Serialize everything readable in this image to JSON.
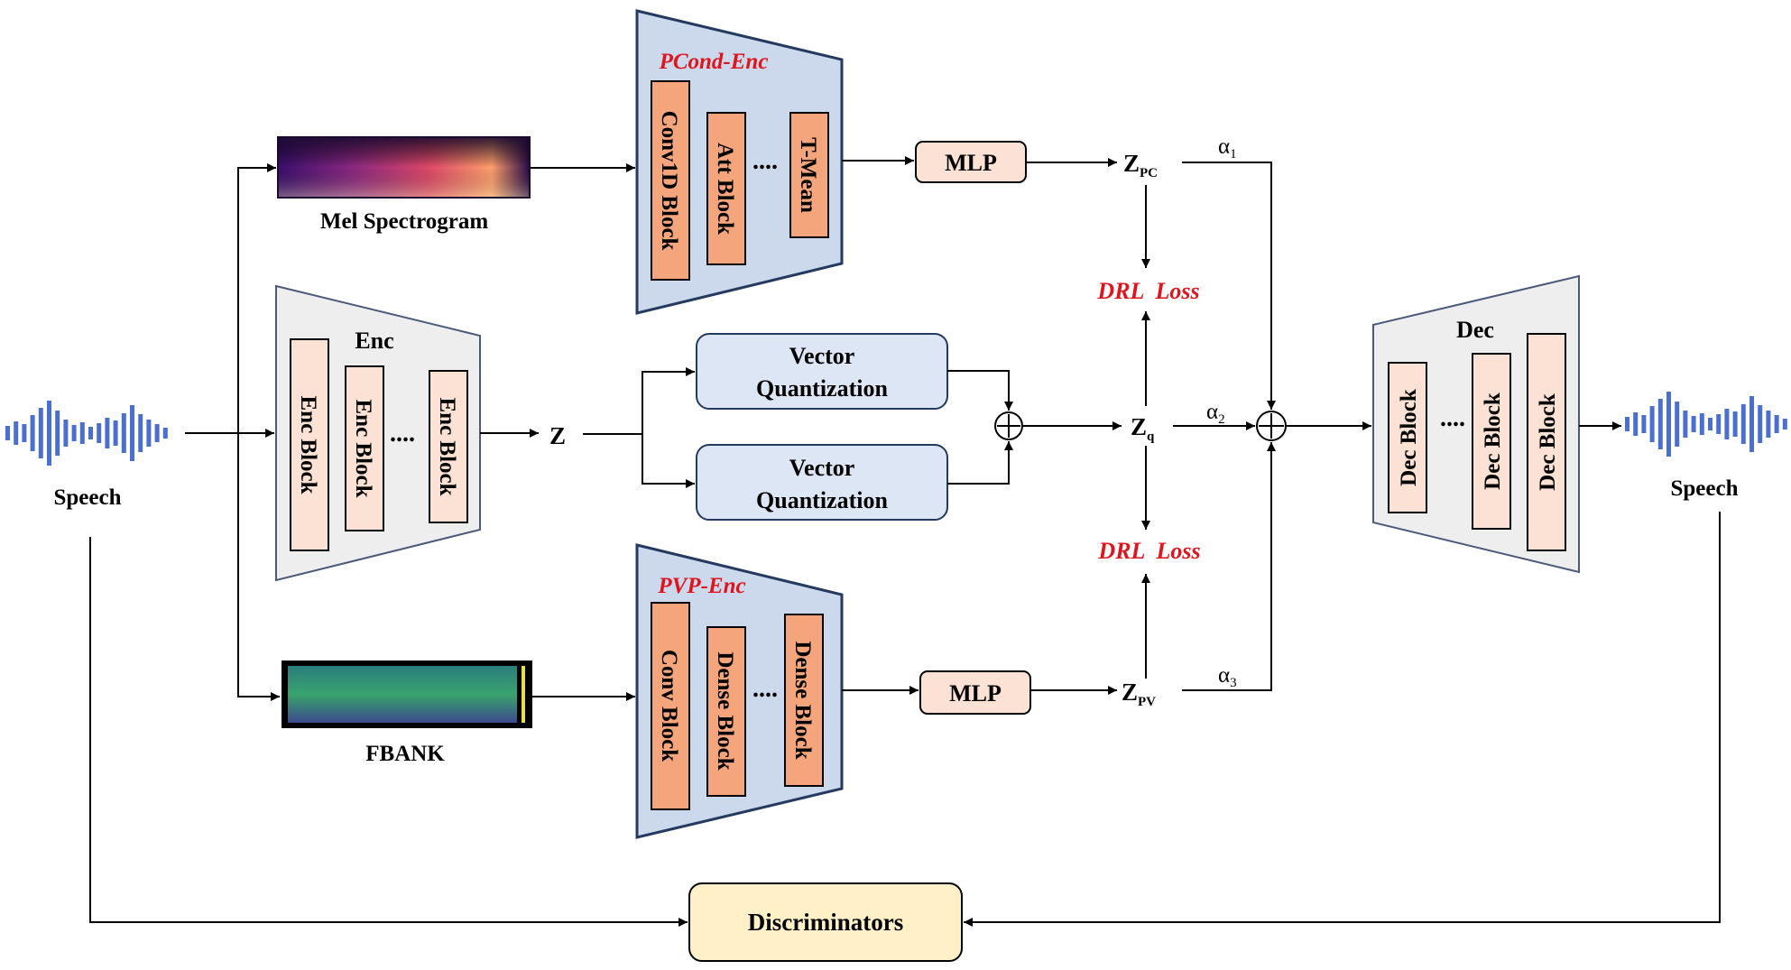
{
  "input": {
    "label": "Speech"
  },
  "output": {
    "label": "Speech"
  },
  "mel": {
    "label": "Mel Spectrogram"
  },
  "fbank": {
    "label": "FBANK"
  },
  "pcond_enc": {
    "title": "PCond-Enc",
    "blocks": [
      "Conv1D Block",
      "Att Block",
      "T-Mean"
    ],
    "dots": "....",
    "mlp": "MLP"
  },
  "enc": {
    "title": "Enc",
    "blocks": [
      "Enc Block",
      "Enc Block",
      "Enc Block"
    ],
    "dots": "....",
    "output": "Z"
  },
  "vq": {
    "blocks": [
      [
        "Vector",
        "Quantization"
      ],
      [
        "Vector",
        "Quantization"
      ]
    ]
  },
  "pvp_enc": {
    "title": "PVP-Enc",
    "blocks": [
      "Conv Block",
      "Dense Block",
      "Dense Block"
    ],
    "dots": "....",
    "mlp": "MLP"
  },
  "latents": {
    "pc": {
      "main": "Z",
      "sub": "PC"
    },
    "q": {
      "main": "Z",
      "sub": "q"
    },
    "pv": {
      "main": "Z",
      "sub": "PV"
    }
  },
  "weights": {
    "a1": {
      "main": "α",
      "sub": "1"
    },
    "a2": {
      "main": "α",
      "sub": "2"
    },
    "a3": {
      "main": "α",
      "sub": "3"
    }
  },
  "losses": [
    "DRL  Loss",
    "DRL  Loss"
  ],
  "dec": {
    "title": "Dec",
    "blocks": [
      "Dec Block",
      "Dec Block",
      "Dec Block"
    ],
    "dots": "...."
  },
  "discriminator": {
    "label": "Discriminators"
  },
  "colors": {
    "encoder_fill": "#ccd8ec",
    "enc_fill": "#eeeeee",
    "block_orange": "#f4a57b",
    "block_pink": "#fbe2d4",
    "vq_fill": "#dce6f4",
    "disc_fill": "#fff0c8",
    "loss_red": "#e0141c",
    "wave_blue": "#4a6fd0"
  }
}
